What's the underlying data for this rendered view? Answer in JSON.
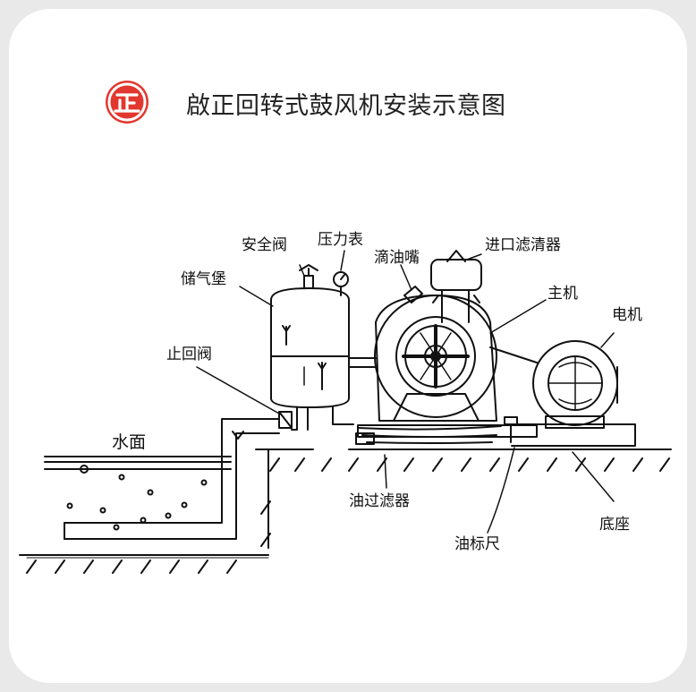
{
  "title": "啟正回转式鼓风机安装示意图",
  "brand": {
    "logo_text": "正",
    "logo_color": "#e2372e",
    "icon": "zheng-logo-icon"
  },
  "labels": {
    "safety_valve": "安全阀",
    "pressure_gauge": "压力表",
    "oil_nozzle": "滴油嘴",
    "inlet_filter": "进口滤清器",
    "air_tank": "储气堡",
    "main_unit": "主机",
    "motor": "电机",
    "check_valve": "止回阀",
    "water_surface": "水面",
    "oil_filter": "油过滤器",
    "oil_dipstick": "油标尺",
    "base": "底座"
  }
}
